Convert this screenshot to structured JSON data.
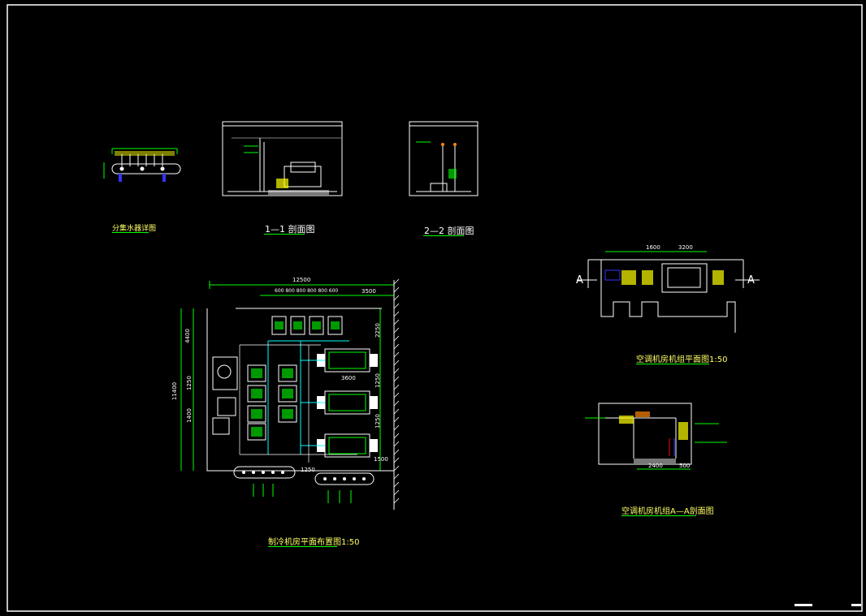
{
  "drawing": {
    "title_manifold": "分集水器详图",
    "title_section_11": "1—1 剖面图",
    "title_section_22": "2—2 剖面图",
    "title_plan_main": "制冷机房平面布置图1:50",
    "title_plan_right": "空调机房机组平面图1:50",
    "title_section_aa": "空调机房机组A—A剖面图",
    "section_mark_a": "A",
    "dims_main": {
      "overall_width": "12500",
      "seg_a": "3500",
      "row_dims": "600 800 800 800 800 600",
      "left_total": "11400",
      "left_a": "4400",
      "left_b": "1250",
      "left_c": "1400",
      "right_a": "2250",
      "right_b": "1250",
      "right_c": "1250",
      "right_d": "1500",
      "center_dim": "3600",
      "bottom_dim": "1250"
    },
    "dims_right": {
      "top_a": "1600",
      "top_b": "3200",
      "aa_a": "2400",
      "aa_b": "500"
    },
    "colors": {
      "background": "#000000",
      "line_white": "#ffffff",
      "line_green": "#00ff00",
      "line_cyan": "#00ffff",
      "line_yellow": "#ffff00",
      "line_blue": "#3333ff",
      "line_red": "#ff0000"
    }
  }
}
